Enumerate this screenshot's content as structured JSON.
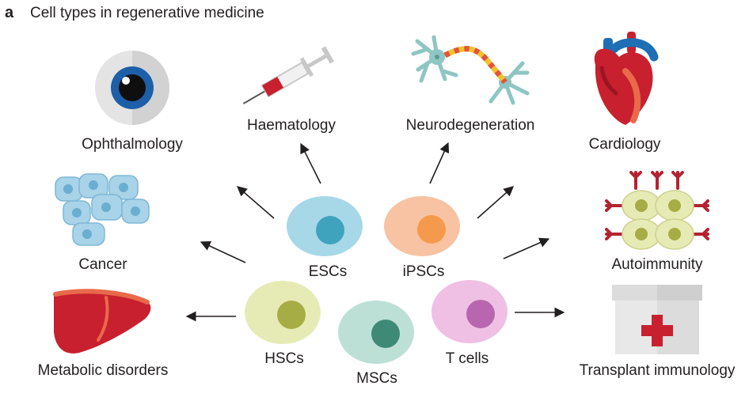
{
  "panel": {
    "letter": "a",
    "title": "Cell types in regenerative medicine"
  },
  "cells": [
    {
      "id": "escs",
      "label": "ESCs",
      "outer": "#a6d8e8",
      "inner": "#3fa3bd"
    },
    {
      "id": "ipscs",
      "label": "iPSCs",
      "outer": "#f7c3a3",
      "inner": "#f59a4d"
    },
    {
      "id": "hscs",
      "label": "HSCs",
      "outer": "#e6ebb5",
      "inner": "#a7ad45"
    },
    {
      "id": "mscs",
      "label": "MSCs",
      "outer": "#bde0d6",
      "inner": "#3e8a76"
    },
    {
      "id": "tcells",
      "label": "T cells",
      "outer": "#efc0e3",
      "inner": "#b866b0"
    }
  ],
  "applications": {
    "ophthalmology": "Ophthalmology",
    "haematology": "Haematology",
    "neurodegeneration": "Neurodegeneration",
    "cardiology": "Cardiology",
    "cancer": "Cancer",
    "autoimmunity": "Autoimmunity",
    "metabolic": "Metabolic disorders",
    "transplant": "Transplant immunology"
  },
  "colors": {
    "arrow": "#231f20",
    "accent_red": "#c8202f",
    "blue": "#1d5fa8"
  }
}
